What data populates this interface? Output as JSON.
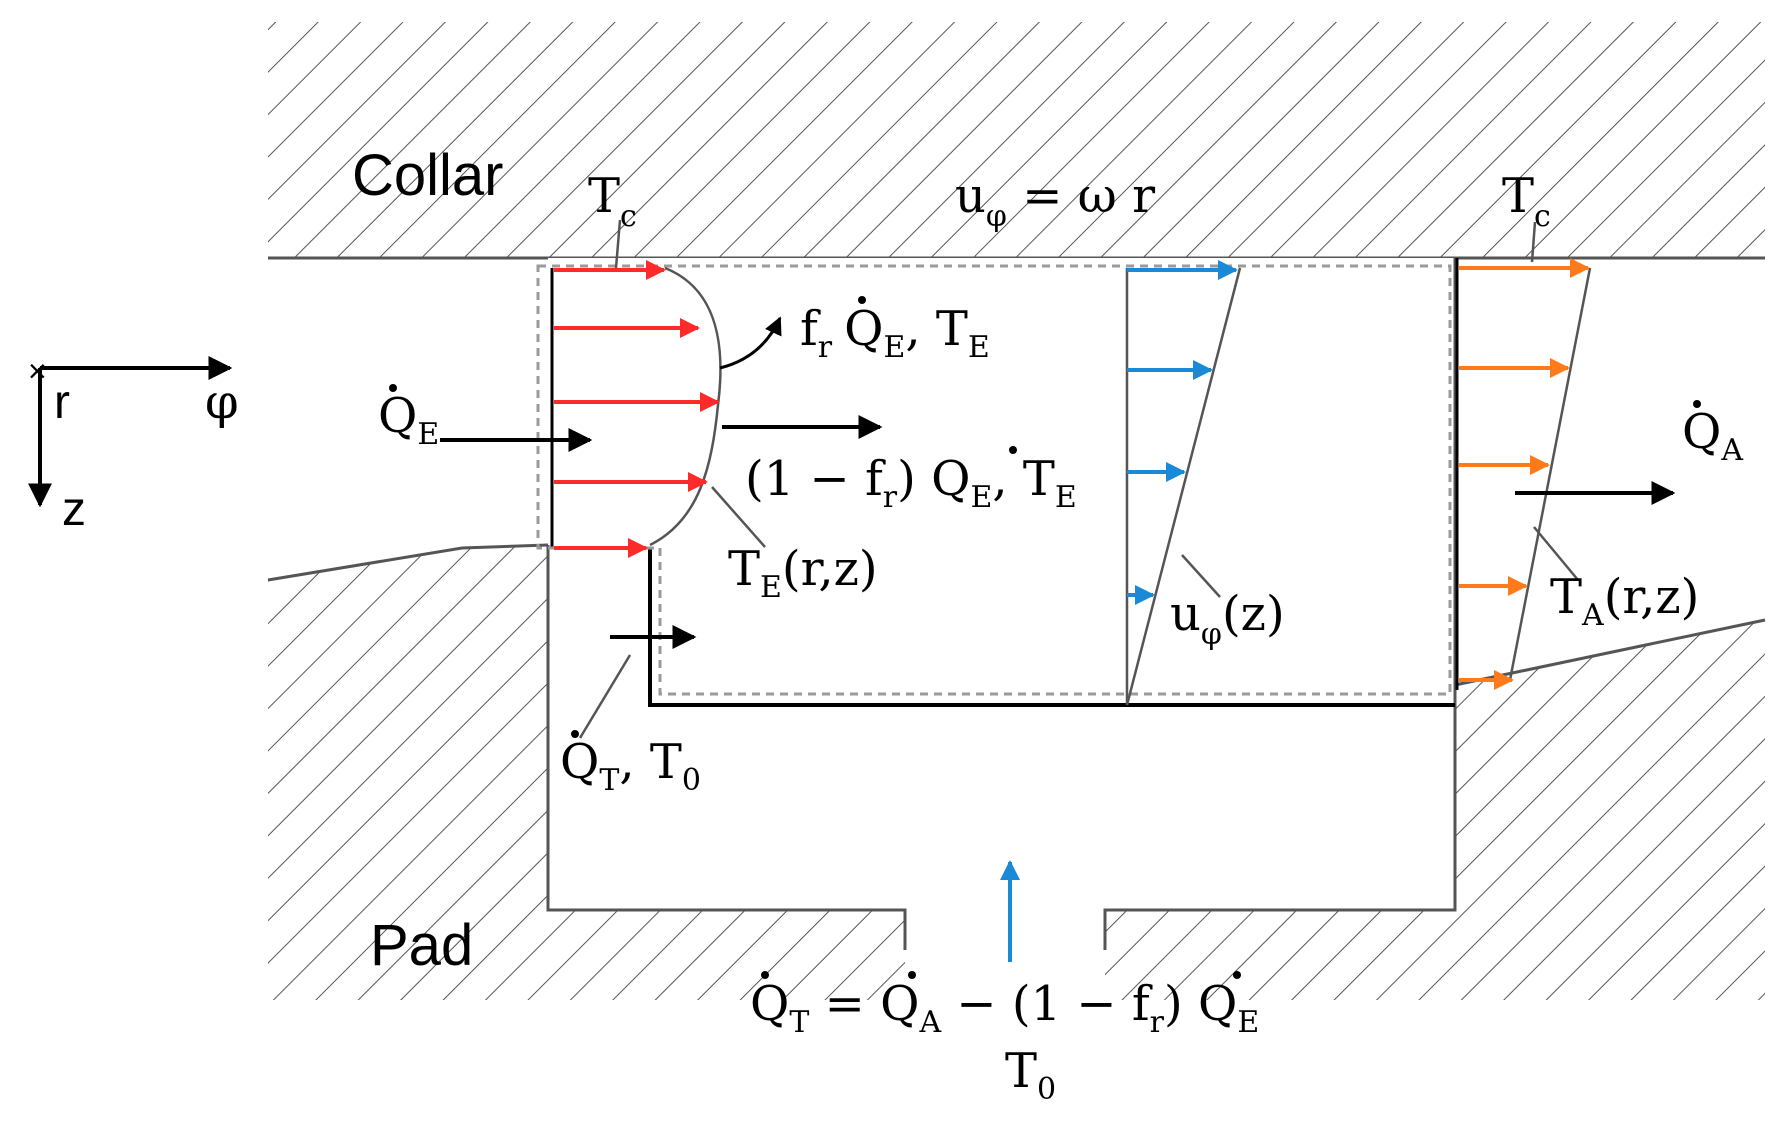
{
  "labels": {
    "collar": "Collar",
    "pad": "Pad",
    "axis_phi": "φ",
    "axis_r": "r",
    "axis_z": "z",
    "tc_left": {
      "main": "T",
      "sub": "c"
    },
    "tc_right": {
      "main": "T",
      "sub": "c"
    },
    "u_phi_top": {
      "main": "u",
      "sub": "φ",
      "rest": " = ω r"
    },
    "fr_qe_te": {
      "f": "f",
      "fsub": "r",
      "q": "Q",
      "qsub": "E",
      "sep": ", ",
      "t": "T",
      "tsub": "E"
    },
    "one_minus_fr": {
      "pre": "(1 − f",
      "presub": "r",
      "mid": ") ",
      "q": "Q",
      "qsub": "E",
      "sep": ", ",
      "t": "T",
      "tsub": "E"
    },
    "qe_in": {
      "q": "Q",
      "qsub": "E"
    },
    "te_rz": {
      "t": "T",
      "tsub": "E",
      "rest": "(r,z)"
    },
    "qt_t0": {
      "q": "Q",
      "qsub": "T",
      "sep": ", ",
      "t": "T",
      "tsub": "0"
    },
    "u_phi_z": {
      "main": "u",
      "sub": "φ",
      "rest": "(z)"
    },
    "qa_out": {
      "q": "Q",
      "qsub": "A"
    },
    "ta_rz": {
      "t": "T",
      "tsub": "A",
      "rest": "(r,z)"
    },
    "qt_eq": {
      "q1": "Q",
      "q1sub": "T",
      "eq": " = ",
      "q2": "Q",
      "q2sub": "A",
      "mid": " − (1 − f",
      "msub": "r",
      "mid2": ") ",
      "q3": "Q",
      "q3sub": "E"
    },
    "t0_bottom": {
      "t": "T",
      "tsub": "0"
    }
  },
  "colors": {
    "red": "#ff2a2a",
    "blue": "#1a8ad6",
    "orange": "#ff7a1a",
    "black": "#000000",
    "hatch": "#555555",
    "dashed": "#9a9a9a"
  },
  "icons": {
    "dot": "dot-accent-icon",
    "arrow": "arrow-icon"
  }
}
